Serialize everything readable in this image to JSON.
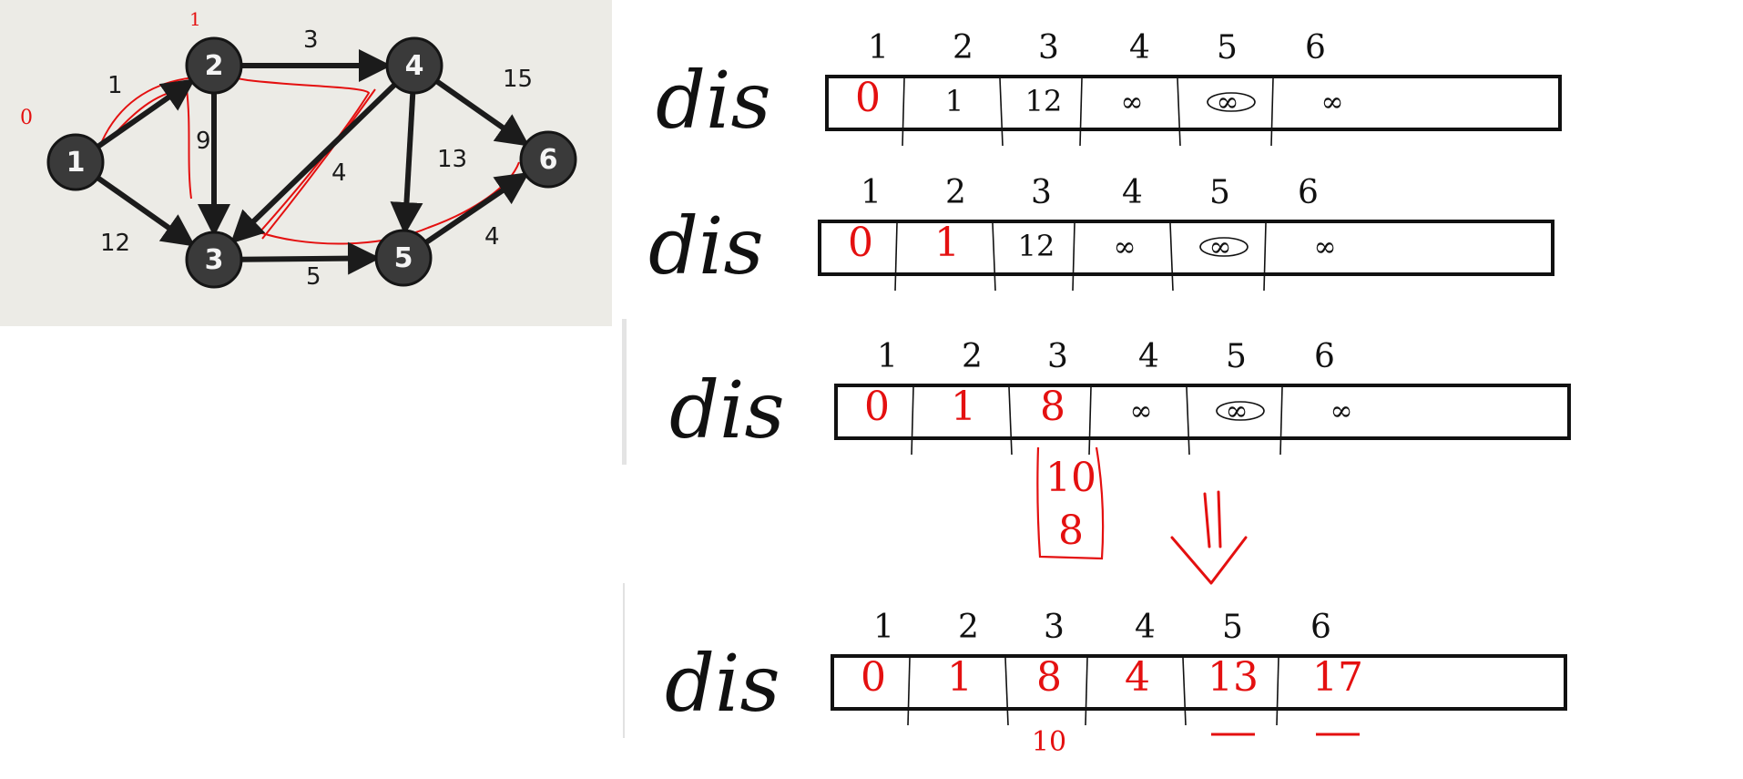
{
  "graph": {
    "nodes": [
      {
        "id": "1",
        "label": "1"
      },
      {
        "id": "2",
        "label": "2"
      },
      {
        "id": "3",
        "label": "3"
      },
      {
        "id": "4",
        "label": "4"
      },
      {
        "id": "5",
        "label": "5"
      },
      {
        "id": "6",
        "label": "6"
      }
    ],
    "edges": [
      {
        "from": "1",
        "to": "2",
        "weight": "1"
      },
      {
        "from": "1",
        "to": "3",
        "weight": "12"
      },
      {
        "from": "2",
        "to": "3",
        "weight": "9"
      },
      {
        "from": "2",
        "to": "4",
        "weight": "3"
      },
      {
        "from": "4",
        "to": "3",
        "weight": "4"
      },
      {
        "from": "3",
        "to": "5",
        "weight": "5"
      },
      {
        "from": "4",
        "to": "5",
        "weight": "13"
      },
      {
        "from": "4",
        "to": "6",
        "weight": "15"
      },
      {
        "from": "5",
        "to": "6",
        "weight": "4"
      }
    ],
    "annotations": {
      "node1_dist": "0",
      "node2_dist": "1"
    }
  },
  "tables": [
    {
      "label": "dis",
      "headers": [
        "1",
        "2",
        "3",
        "4",
        "5",
        "6"
      ],
      "cells": [
        {
          "text": "0",
          "color": "red",
          "state": "value"
        },
        {
          "text": "1",
          "color": "black",
          "state": "value"
        },
        {
          "text": "12",
          "color": "black",
          "state": "value"
        },
        {
          "text": "∞",
          "color": "black",
          "state": "inf"
        },
        {
          "text": "∞",
          "color": "black",
          "state": "inf"
        },
        {
          "text": "∞",
          "color": "black",
          "state": "inf"
        }
      ]
    },
    {
      "label": "dis",
      "headers": [
        "1",
        "2",
        "3",
        "4",
        "5",
        "6"
      ],
      "cells": [
        {
          "text": "0",
          "color": "red",
          "state": "value"
        },
        {
          "text": "1",
          "color": "red",
          "state": "value"
        },
        {
          "text": "12",
          "color": "black",
          "state": "value"
        },
        {
          "text": "∞",
          "color": "black",
          "state": "inf"
        },
        {
          "text": "∞",
          "color": "black",
          "state": "inf"
        },
        {
          "text": "∞",
          "color": "black",
          "state": "inf"
        }
      ]
    },
    {
      "label": "dis",
      "headers": [
        "1",
        "2",
        "3",
        "4",
        "5",
        "6"
      ],
      "cells": [
        {
          "text": "0",
          "color": "red",
          "state": "value"
        },
        {
          "text": "1",
          "color": "red",
          "state": "value"
        },
        {
          "text": "8",
          "color": "red",
          "state": "value"
        },
        {
          "text": "∞",
          "color": "black",
          "state": "inf"
        },
        {
          "text": "∞",
          "color": "black",
          "state": "inf"
        },
        {
          "text": "∞",
          "color": "black",
          "state": "inf"
        }
      ],
      "note": [
        "10",
        "8"
      ]
    },
    {
      "label": "dis",
      "headers": [
        "1",
        "2",
        "3",
        "4",
        "5",
        "6"
      ],
      "cells": [
        {
          "text": "0",
          "color": "red",
          "state": "value"
        },
        {
          "text": "1",
          "color": "red",
          "state": "value"
        },
        {
          "text": "8",
          "color": "red",
          "state": "value"
        },
        {
          "text": "4",
          "color": "red",
          "state": "value"
        },
        {
          "text": "13",
          "color": "red",
          "state": "value",
          "underline": true
        },
        {
          "text": "17",
          "color": "red",
          "state": "value",
          "underline": true
        }
      ],
      "below": "10"
    }
  ],
  "colors": {
    "ink": "#111111",
    "red": "#e41010",
    "node_fill": "#3a3a3a",
    "node_ring": "#151515",
    "photo_bg": "#ecebe6"
  },
  "arrow_icon": "double-down-arrow"
}
